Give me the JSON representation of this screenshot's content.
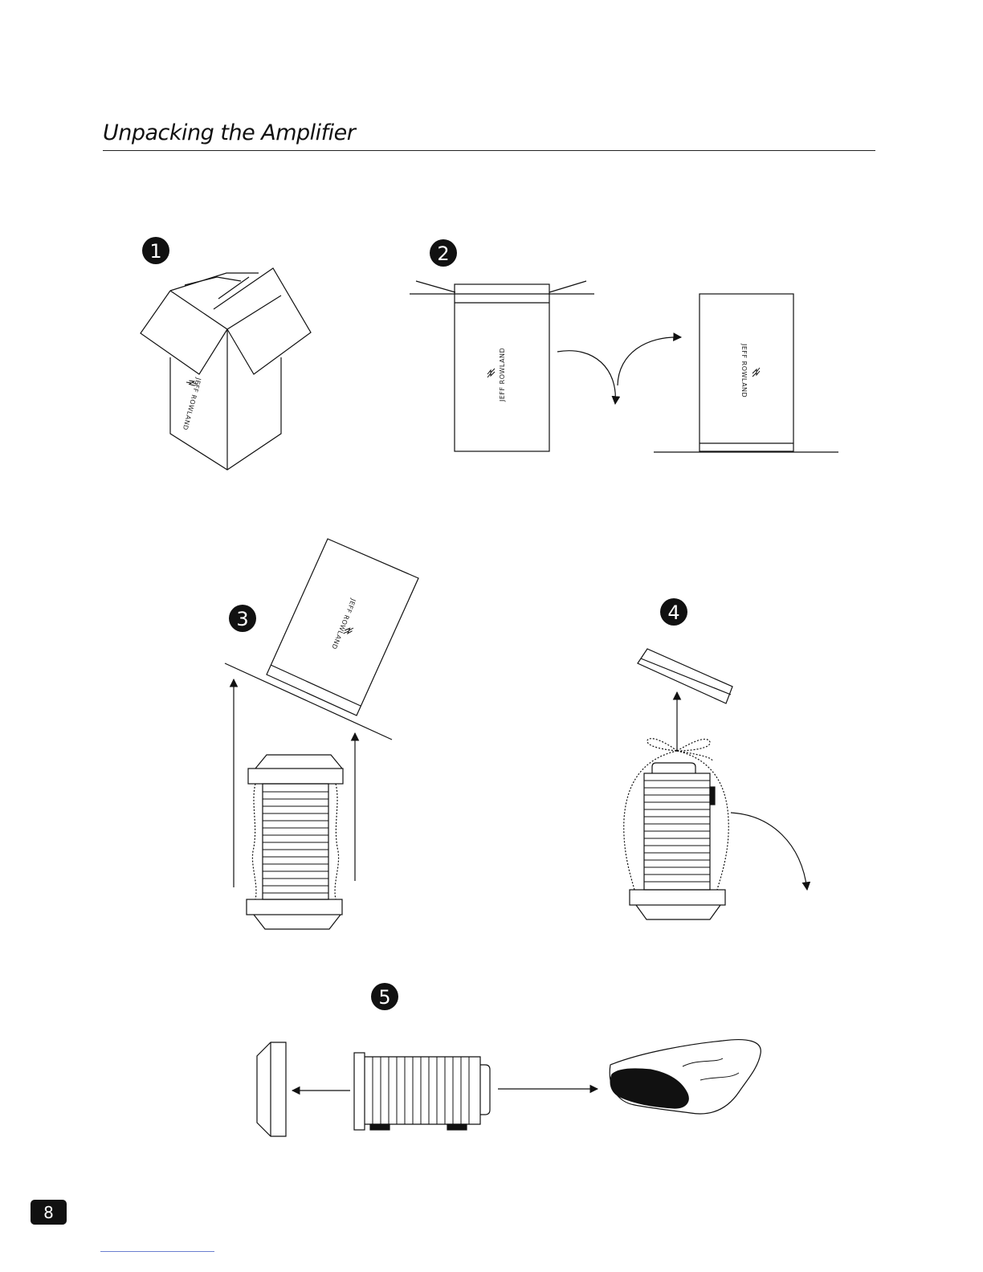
{
  "page": {
    "title": "Unpacking the Amplifier",
    "page_number": "8"
  },
  "steps": [
    {
      "label": "1"
    },
    {
      "label": "2"
    },
    {
      "label": "3"
    },
    {
      "label": "4"
    },
    {
      "label": "5"
    }
  ],
  "box_print": {
    "brand": "JEFF ROWLAND"
  },
  "colors": {
    "ink": "#111111",
    "page_number_bg": "#111111",
    "bottom_rule": "#6b7fd0"
  },
  "icons": [
    "rowland-logo-icon",
    "arrow-icon",
    "step-badge-icon"
  ]
}
